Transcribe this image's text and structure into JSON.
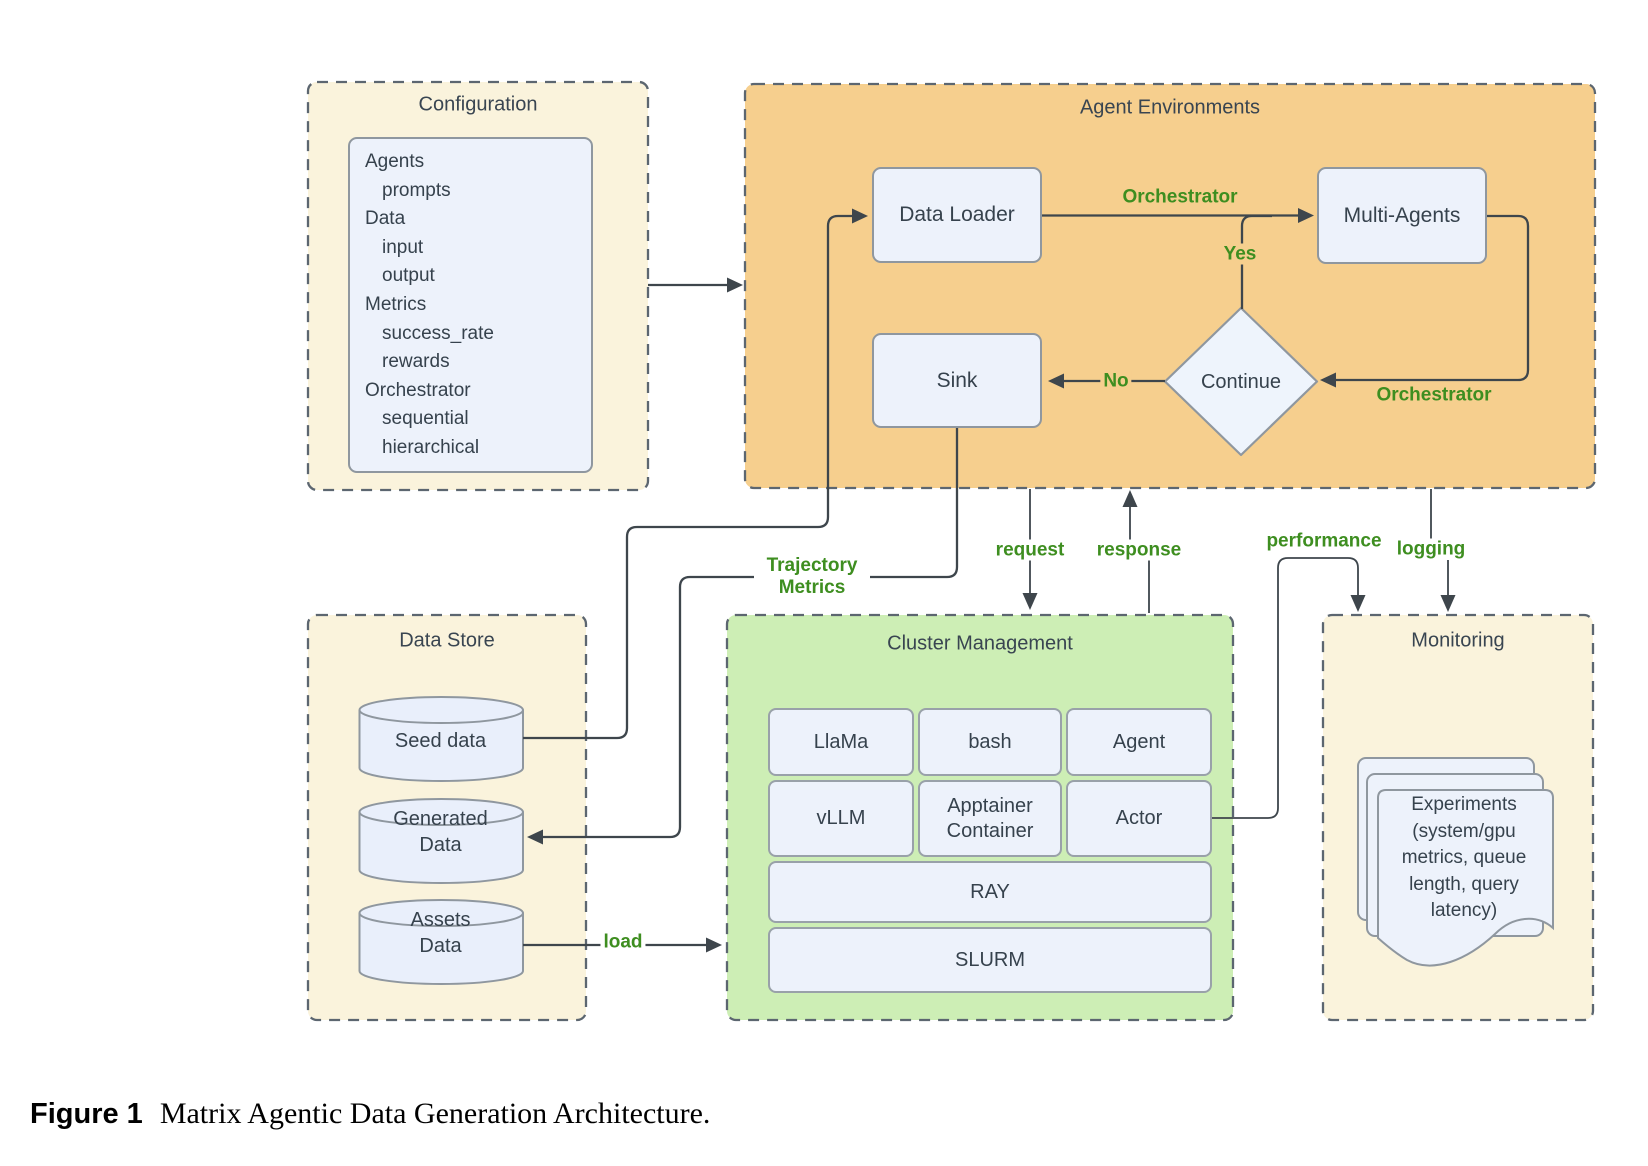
{
  "caption": {
    "figure_label": "Figure 1",
    "text": "Matrix Agentic Data Generation Architecture."
  },
  "configuration": {
    "title": "Configuration",
    "items": [
      "Agents",
      "prompts",
      "Data",
      "input",
      "output",
      "Metrics",
      "success_rate",
      "rewards",
      "Orchestrator",
      "sequential",
      "hierarchical"
    ]
  },
  "agent_environments": {
    "title": "Agent Environments",
    "data_loader": "Data Loader",
    "multi_agents": "Multi-Agents",
    "sink": "Sink",
    "decision": "Continue",
    "labels": {
      "orchestrator_top": "Orchestrator",
      "yes": "Yes",
      "no": "No",
      "orchestrator_loop": "Orchestrator"
    }
  },
  "data_store": {
    "title": "Data Store",
    "seed": "Seed data",
    "generated": "Generated Data",
    "assets": "Assets Data"
  },
  "cluster_management": {
    "title": "Cluster Management",
    "cells": [
      "LlaMa",
      "bash",
      "Agent",
      "vLLM",
      "Apptainer Container",
      "Actor",
      "RAY",
      "SLURM"
    ]
  },
  "monitoring": {
    "title": "Monitoring",
    "document": "Experiments (system/gpu metrics, queue length, query latency)"
  },
  "flow_labels": {
    "trajectory_metrics": "Trajectory Metrics",
    "request": "request",
    "response": "response",
    "performance": "performance",
    "logging": "logging",
    "load": "load"
  },
  "colors": {
    "container_cream": "#faf3dc",
    "container_orange": "#f6cf8e",
    "container_green": "#cdeeb5",
    "node_fill": "#edf2fb",
    "node_border": "#8f979f",
    "dashed_border": "#5c6670",
    "connector": "#3e464c",
    "label_green": "#3e8e20",
    "text_dark": "#36424d"
  }
}
